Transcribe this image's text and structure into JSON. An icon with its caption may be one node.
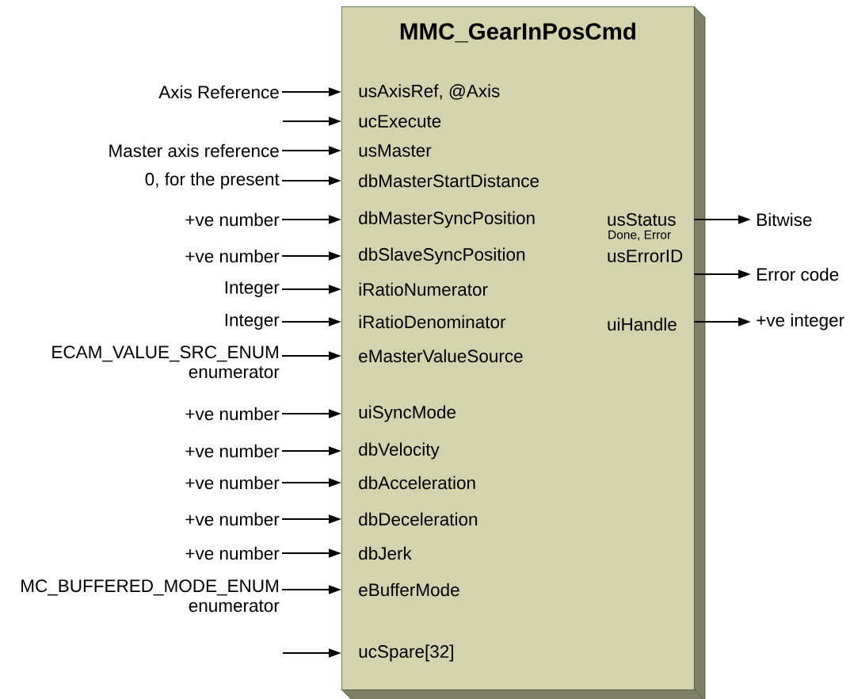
{
  "diagram": {
    "nodes": [
      {
        "text": [
          "MMC_GearInPosCmd"
        ]
      },
      {
        "text": [
          "Axis Reference"
        ]
      },
      {
        "text": [
          "usAxisRef, @Axis"
        ],
        "in": 0
      },
      {
        "text": [
          "ucExecute"
        ],
        "in": 0
      },
      {
        "text": [
          "Master axis reference"
        ]
      },
      {
        "text": [
          "usMaster"
        ],
        "in": 0
      },
      {
        "text": [
          "0, for the present"
        ]
      },
      {
        "text": [
          "dbMasterStartDistance"
        ],
        "in": 0
      },
      {
        "text": [
          "+ve number"
        ]
      },
      {
        "text": [
          "dbMasterSyncPosition"
        ],
        "in": 0
      },
      {
        "text": [
          "usStatus"
        ],
        "beside": [
          "Done, Error"
        ],
        "in": 0
      },
      {
        "text": [
          "Bitwise"
        ]
      },
      {
        "text": [
          "+ve number"
        ]
      },
      {
        "text": [
          "dbSlaveSyncPosition"
        ],
        "in": 0
      },
      {
        "text": [
          "usErrorID"
        ],
        "in": 0
      },
      {
        "text": [
          "Error code"
        ]
      },
      {
        "text": [
          "Integer"
        ]
      },
      {
        "text": [
          "iRatioNumerator"
        ],
        "in": 0
      },
      {
        "text": [
          "Integer"
        ]
      },
      {
        "text": [
          "iRatioDenominator"
        ],
        "in": 0
      },
      {
        "text": [
          "uiHandle"
        ],
        "in": 0
      },
      {
        "text": [
          "+ve integer"
        ]
      },
      {
        "text": [
          "ECAM_VALUE_SRC_ENUM enumerator"
        ]
      },
      {
        "text": [
          "eMasterValueSource"
        ],
        "in": 0
      },
      {
        "text": [
          "+ve number"
        ]
      },
      {
        "text": [
          "uiSyncMode"
        ],
        "in": 0
      },
      {
        "text": [
          "+ve number"
        ]
      },
      {
        "text": [
          "dbVelocity"
        ],
        "in": 0
      },
      {
        "text": [
          "+ve number"
        ]
      },
      {
        "text": [
          "dbAcceleration"
        ],
        "in": 0
      },
      {
        "text": [
          "+ve number"
        ]
      },
      {
        "text": [
          "dbDeceleration"
        ],
        "in": 0
      },
      {
        "text": [
          "+ve number"
        ]
      },
      {
        "text": [
          "dbJerk"
        ],
        "in": 0
      },
      {
        "text": [
          "MC_BUFFERED_MODE_ENUM enumerator"
        ]
      },
      {
        "text": [
          "eBufferMode"
        ],
        "in": 0
      },
      {
        "text": [
          "ucSpare[32]"
        ],
        "in": 0
      }
    ],
    "edges": [
      {
        "from": 1,
        "to": 2,
        "arrow": "to"
      },
      {
        "from": null,
        "to": 3,
        "arrow": "to"
      },
      {
        "from": 4,
        "to": 5,
        "arrow": "to"
      },
      {
        "from": 6,
        "to": 7,
        "arrow": "to"
      },
      {
        "from": 8,
        "to": 9,
        "arrow": "to"
      },
      {
        "from": 10,
        "to": 11,
        "arrow": "to"
      },
      {
        "from": 12,
        "to": 13,
        "arrow": "to"
      },
      {
        "from": 14,
        "to": 15,
        "arrow": "to"
      },
      {
        "from": 16,
        "to": 17,
        "arrow": "to"
      },
      {
        "from": 18,
        "to": 19,
        "arrow": "to"
      },
      {
        "from": 20,
        "to": 21,
        "arrow": "to"
      },
      {
        "from": 22,
        "to": 23,
        "arrow": "to"
      },
      {
        "from": 24,
        "to": 25,
        "arrow": "to"
      },
      {
        "from": 26,
        "to": 27,
        "arrow": "to"
      },
      {
        "from": 28,
        "to": 29,
        "arrow": "to"
      },
      {
        "from": 30,
        "to": 31,
        "arrow": "to"
      },
      {
        "from": 32,
        "to": 33,
        "arrow": "to"
      },
      {
        "from": 34,
        "to": 35,
        "arrow": "to"
      },
      {
        "from": null,
        "to": 36,
        "arrow": "to"
      }
    ]
  }
}
